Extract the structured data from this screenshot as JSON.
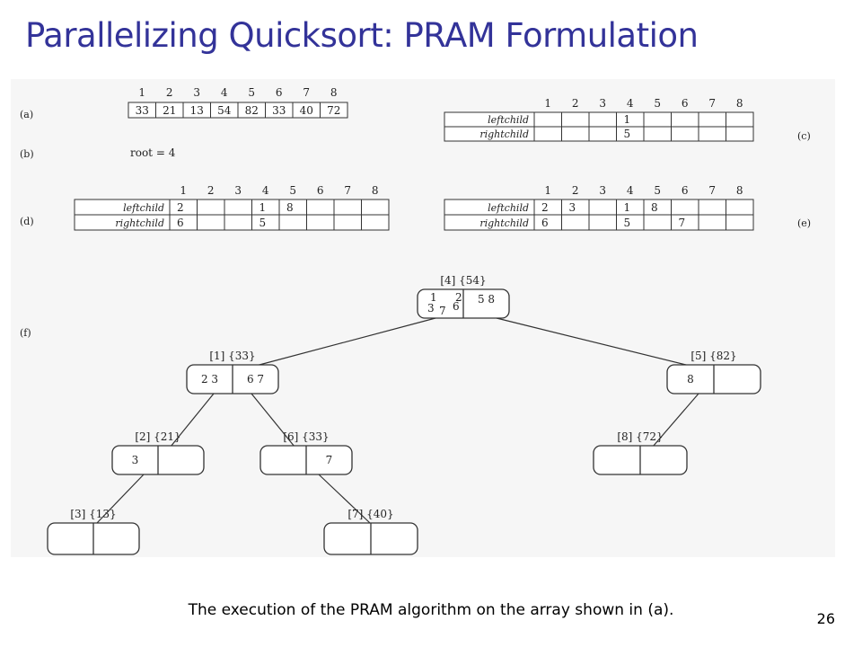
{
  "title": "Parallelizing Quicksort: PRAM Formulation",
  "caption": "The execution of the PRAM algorithm on the array shown in (a).",
  "slide_number": "26",
  "panel_labels": {
    "a": "(a)",
    "b": "(b)",
    "c": "(c)",
    "d": "(d)",
    "e": "(e)",
    "f": "(f)"
  },
  "indices": [
    "1",
    "2",
    "3",
    "4",
    "5",
    "6",
    "7",
    "8"
  ],
  "array_a": [
    "33",
    "21",
    "13",
    "54",
    "82",
    "33",
    "40",
    "72"
  ],
  "root_text": "root = 4",
  "row_labels": {
    "left": "leftchild",
    "right": "rightchild"
  },
  "table_c": {
    "left": [
      "",
      "",
      "",
      "1",
      "",
      "",
      "",
      ""
    ],
    "right": [
      "",
      "",
      "",
      "5",
      "",
      "",
      "",
      ""
    ]
  },
  "table_d": {
    "left": [
      "2",
      "",
      "",
      "1",
      "8",
      "",
      "",
      ""
    ],
    "right": [
      "6",
      "",
      "",
      "5",
      "",
      "",
      "",
      ""
    ]
  },
  "table_e": {
    "left": [
      "2",
      "3",
      "",
      "1",
      "8",
      "",
      "",
      ""
    ],
    "right": [
      "6",
      "",
      "",
      "5",
      "",
      "7",
      "",
      ""
    ]
  },
  "tree": {
    "n4": {
      "label": "[4] {54}",
      "left": "1 2 3 7 6",
      "right": "5 8"
    },
    "n1": {
      "label": "[1] {33}",
      "left": "2 3",
      "right": "6 7"
    },
    "n5": {
      "label": "[5] {82}",
      "left": "8",
      "right": ""
    },
    "n2": {
      "label": "[2] {21}",
      "left": "3",
      "right": ""
    },
    "n6": {
      "label": "[6] {33}",
      "left": "",
      "right": "7"
    },
    "n8": {
      "label": "[8] {72}",
      "left": "",
      "right": ""
    },
    "n3": {
      "label": "[3] {13}",
      "left": "",
      "right": ""
    },
    "n7": {
      "label": "[7] {40}",
      "left": "",
      "right": ""
    }
  }
}
